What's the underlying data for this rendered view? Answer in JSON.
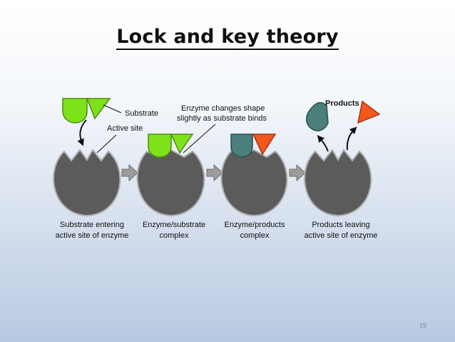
{
  "slide": {
    "title": "Lock and key theory",
    "page_number": "19"
  },
  "diagram": {
    "labels": {
      "substrate": "Substrate",
      "active_site": "Active site",
      "enzyme_changes_line1": "Enzyme changes shape",
      "enzyme_changes_line2": "slightly as substrate binds",
      "products": "Products"
    },
    "steps": [
      {
        "line1": "Substrate entering",
        "line2": "active site of enzyme"
      },
      {
        "line1": "Enzyme/substrate",
        "line2": "complex"
      },
      {
        "line1": "Enzyme/products",
        "line2": "complex"
      },
      {
        "line1": "Products leaving",
        "line2": "active site of enzyme"
      }
    ],
    "colors": {
      "enzyme": "#5b5b5b",
      "substrate": "#7ee21a",
      "product_a": "#4a7f7b",
      "product_b": "#f2571c",
      "arrow": "#9c9c9c"
    }
  }
}
